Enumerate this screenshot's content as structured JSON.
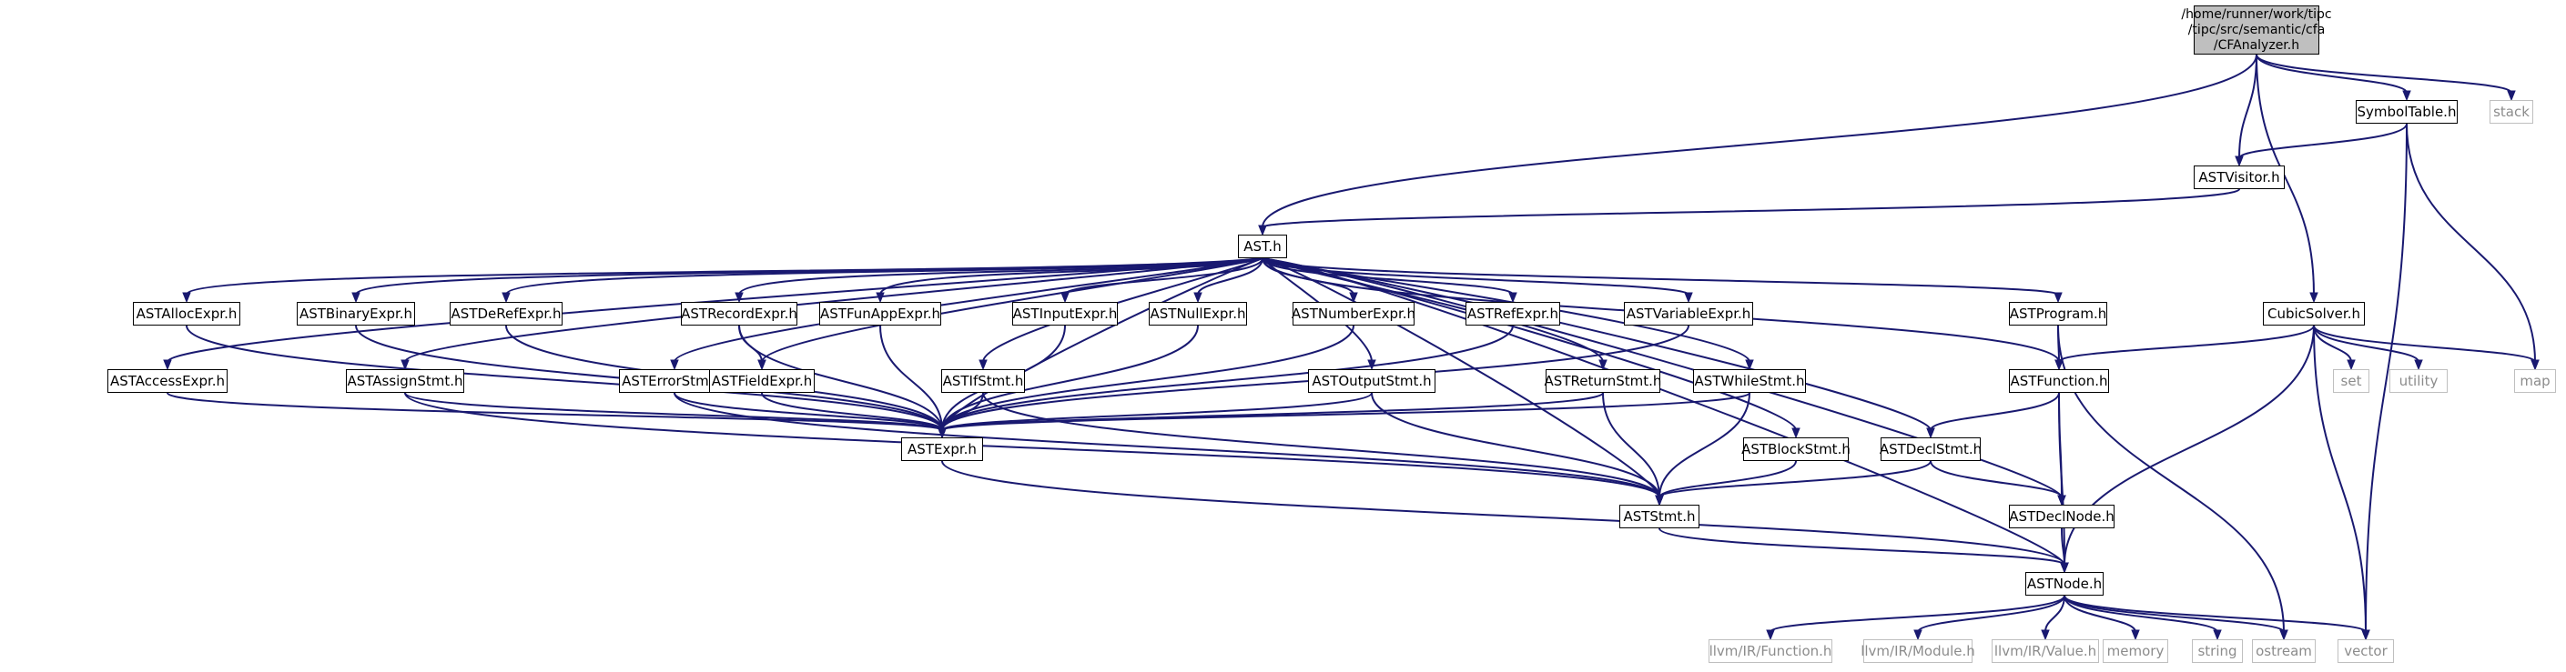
{
  "graph": {
    "root": {
      "id": "root",
      "lines": [
        "/home/runner/work/tipc",
        "/tipc/src/semantic/cfa",
        "/CFAnalyzer.h"
      ]
    },
    "nodes": [
      {
        "id": "stack",
        "label": "stack",
        "kind": "system"
      },
      {
        "id": "symtab",
        "label": "SymbolTable.h",
        "kind": "file"
      },
      {
        "id": "visitor",
        "label": "ASTVisitor.h",
        "kind": "file"
      },
      {
        "id": "ast",
        "label": "AST.h",
        "kind": "file"
      },
      {
        "id": "cubic",
        "label": "CubicSolver.h",
        "kind": "file"
      },
      {
        "id": "map",
        "label": "map",
        "kind": "system"
      },
      {
        "id": "set",
        "label": "set",
        "kind": "system"
      },
      {
        "id": "utility",
        "label": "utility",
        "kind": "system"
      },
      {
        "id": "alloc",
        "label": "ASTAllocExpr.h",
        "kind": "file"
      },
      {
        "id": "binary",
        "label": "ASTBinaryExpr.h",
        "kind": "file"
      },
      {
        "id": "deref",
        "label": "ASTDeRefExpr.h",
        "kind": "file"
      },
      {
        "id": "record",
        "label": "ASTRecordExpr.h",
        "kind": "file"
      },
      {
        "id": "funapp",
        "label": "ASTFunAppExpr.h",
        "kind": "file"
      },
      {
        "id": "input",
        "label": "ASTInputExpr.h",
        "kind": "file"
      },
      {
        "id": "null",
        "label": "ASTNullExpr.h",
        "kind": "file"
      },
      {
        "id": "number",
        "label": "ASTNumberExpr.h",
        "kind": "file"
      },
      {
        "id": "ref",
        "label": "ASTRefExpr.h",
        "kind": "file"
      },
      {
        "id": "variable",
        "label": "ASTVariableExpr.h",
        "kind": "file"
      },
      {
        "id": "program",
        "label": "ASTProgram.h",
        "kind": "file"
      },
      {
        "id": "access",
        "label": "ASTAccessExpr.h",
        "kind": "file"
      },
      {
        "id": "assign",
        "label": "ASTAssignStmt.h",
        "kind": "file"
      },
      {
        "id": "error",
        "label": "ASTErrorStmt.h",
        "kind": "file"
      },
      {
        "id": "field",
        "label": "ASTFieldExpr.h",
        "kind": "file"
      },
      {
        "id": "if",
        "label": "ASTIfStmt.h",
        "kind": "file"
      },
      {
        "id": "output",
        "label": "ASTOutputStmt.h",
        "kind": "file"
      },
      {
        "id": "return",
        "label": "ASTReturnStmt.h",
        "kind": "file"
      },
      {
        "id": "while",
        "label": "ASTWhileStmt.h",
        "kind": "file"
      },
      {
        "id": "function",
        "label": "ASTFunction.h",
        "kind": "file"
      },
      {
        "id": "expr",
        "label": "ASTExpr.h",
        "kind": "file"
      },
      {
        "id": "block",
        "label": "ASTBlockStmt.h",
        "kind": "file"
      },
      {
        "id": "declstmt",
        "label": "ASTDeclStmt.h",
        "kind": "file"
      },
      {
        "id": "stmt",
        "label": "ASTStmt.h",
        "kind": "file"
      },
      {
        "id": "declnode",
        "label": "ASTDeclNode.h",
        "kind": "file"
      },
      {
        "id": "node",
        "label": "ASTNode.h",
        "kind": "file"
      },
      {
        "id": "llvmfunc",
        "label": "llvm/IR/Function.h",
        "kind": "system"
      },
      {
        "id": "llvmmod",
        "label": "llvm/IR/Module.h",
        "kind": "system"
      },
      {
        "id": "llvmval",
        "label": "llvm/IR/Value.h",
        "kind": "system"
      },
      {
        "id": "memory",
        "label": "memory",
        "kind": "system"
      },
      {
        "id": "string",
        "label": "string",
        "kind": "system"
      },
      {
        "id": "ostream",
        "label": "ostream",
        "kind": "system"
      },
      {
        "id": "vector",
        "label": "vector",
        "kind": "system"
      }
    ],
    "edges": [
      [
        "root",
        "ast"
      ],
      [
        "root",
        "visitor"
      ],
      [
        "root",
        "symtab"
      ],
      [
        "root",
        "stack"
      ],
      [
        "root",
        "cubic"
      ],
      [
        "symtab",
        "visitor"
      ],
      [
        "symtab",
        "map"
      ],
      [
        "symtab",
        "vector"
      ],
      [
        "visitor",
        "ast"
      ],
      [
        "ast",
        "alloc"
      ],
      [
        "ast",
        "binary"
      ],
      [
        "ast",
        "deref"
      ],
      [
        "ast",
        "record"
      ],
      [
        "ast",
        "funapp"
      ],
      [
        "ast",
        "input"
      ],
      [
        "ast",
        "null"
      ],
      [
        "ast",
        "number"
      ],
      [
        "ast",
        "ref"
      ],
      [
        "ast",
        "variable"
      ],
      [
        "ast",
        "program"
      ],
      [
        "ast",
        "access"
      ],
      [
        "ast",
        "assign"
      ],
      [
        "ast",
        "error"
      ],
      [
        "ast",
        "field"
      ],
      [
        "ast",
        "if"
      ],
      [
        "ast",
        "output"
      ],
      [
        "ast",
        "return"
      ],
      [
        "ast",
        "while"
      ],
      [
        "ast",
        "function"
      ],
      [
        "ast",
        "expr"
      ],
      [
        "ast",
        "block"
      ],
      [
        "ast",
        "declstmt"
      ],
      [
        "ast",
        "stmt"
      ],
      [
        "ast",
        "declnode"
      ],
      [
        "ast",
        "node"
      ],
      [
        "cubic",
        "function"
      ],
      [
        "cubic",
        "set"
      ],
      [
        "cubic",
        "utility"
      ],
      [
        "cubic",
        "map"
      ],
      [
        "cubic",
        "vector"
      ],
      [
        "cubic",
        "node"
      ],
      [
        "alloc",
        "expr"
      ],
      [
        "binary",
        "expr"
      ],
      [
        "deref",
        "expr"
      ],
      [
        "record",
        "expr"
      ],
      [
        "record",
        "field"
      ],
      [
        "funapp",
        "expr"
      ],
      [
        "input",
        "expr"
      ],
      [
        "null",
        "expr"
      ],
      [
        "number",
        "expr"
      ],
      [
        "ref",
        "expr"
      ],
      [
        "variable",
        "expr"
      ],
      [
        "program",
        "function"
      ],
      [
        "program",
        "ostream"
      ],
      [
        "access",
        "expr"
      ],
      [
        "assign",
        "expr"
      ],
      [
        "assign",
        "stmt"
      ],
      [
        "error",
        "expr"
      ],
      [
        "error",
        "stmt"
      ],
      [
        "field",
        "expr"
      ],
      [
        "if",
        "expr"
      ],
      [
        "if",
        "stmt"
      ],
      [
        "output",
        "expr"
      ],
      [
        "output",
        "stmt"
      ],
      [
        "return",
        "expr"
      ],
      [
        "return",
        "stmt"
      ],
      [
        "while",
        "expr"
      ],
      [
        "while",
        "stmt"
      ],
      [
        "function",
        "declstmt"
      ],
      [
        "function",
        "declnode"
      ],
      [
        "function",
        "node"
      ],
      [
        "expr",
        "node"
      ],
      [
        "block",
        "stmt"
      ],
      [
        "declstmt",
        "stmt"
      ],
      [
        "declstmt",
        "declnode"
      ],
      [
        "stmt",
        "node"
      ],
      [
        "declnode",
        "node"
      ],
      [
        "node",
        "llvmfunc"
      ],
      [
        "node",
        "llvmmod"
      ],
      [
        "node",
        "llvmval"
      ],
      [
        "node",
        "memory"
      ],
      [
        "node",
        "string"
      ],
      [
        "node",
        "ostream"
      ],
      [
        "node",
        "vector"
      ]
    ]
  }
}
